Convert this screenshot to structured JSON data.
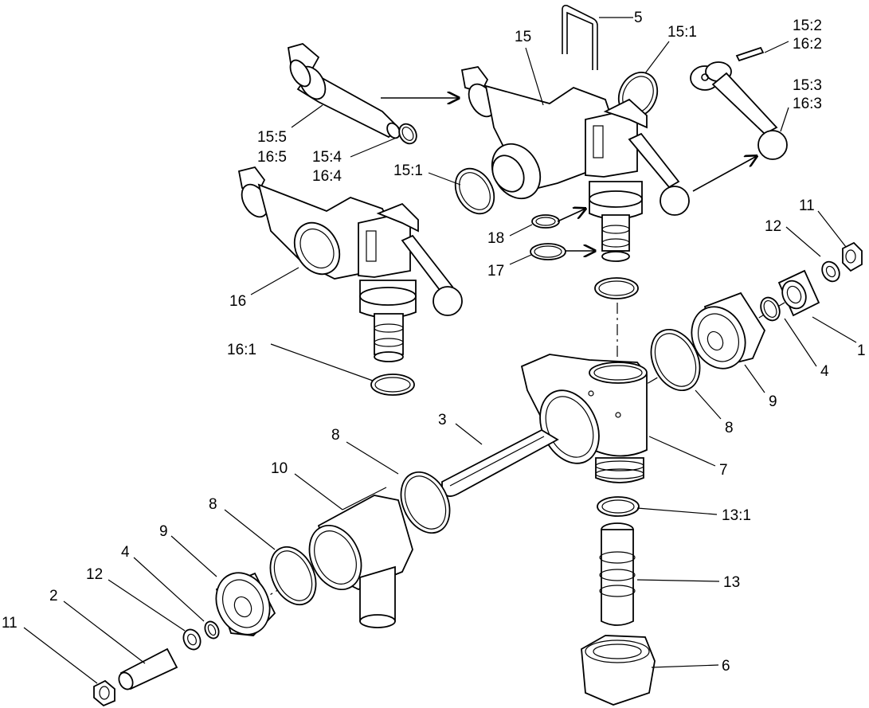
{
  "callouts": [
    {
      "id": "c5",
      "text": "5"
    },
    {
      "id": "c15",
      "text": "15"
    },
    {
      "id": "c15_1a",
      "text": "15:1"
    },
    {
      "id": "c15_2",
      "text": "15:2"
    },
    {
      "id": "c16_2",
      "text": "16:2"
    },
    {
      "id": "c15_3",
      "text": "15:3"
    },
    {
      "id": "c16_3",
      "text": "16:3"
    },
    {
      "id": "c15_5",
      "text": "15:5"
    },
    {
      "id": "c16_5",
      "text": "16:5"
    },
    {
      "id": "c15_4",
      "text": "15:4"
    },
    {
      "id": "c16_4",
      "text": "16:4"
    },
    {
      "id": "c15_1b",
      "text": "15:1"
    },
    {
      "id": "c18",
      "text": "18"
    },
    {
      "id": "c17",
      "text": "17"
    },
    {
      "id": "c16",
      "text": "16"
    },
    {
      "id": "c16_1",
      "text": "16:1"
    },
    {
      "id": "c11r",
      "text": "11"
    },
    {
      "id": "c12r",
      "text": "12"
    },
    {
      "id": "c1",
      "text": "1"
    },
    {
      "id": "c4r",
      "text": "4"
    },
    {
      "id": "c9r",
      "text": "9"
    },
    {
      "id": "c8r",
      "text": "8"
    },
    {
      "id": "c7",
      "text": "7"
    },
    {
      "id": "c3",
      "text": "3"
    },
    {
      "id": "c8m",
      "text": "8"
    },
    {
      "id": "c10",
      "text": "10"
    },
    {
      "id": "c8l",
      "text": "8"
    },
    {
      "id": "c9l",
      "text": "9"
    },
    {
      "id": "c4l",
      "text": "4"
    },
    {
      "id": "c12l",
      "text": "12"
    },
    {
      "id": "c2",
      "text": "2"
    },
    {
      "id": "c11l",
      "text": "11"
    },
    {
      "id": "c13_1",
      "text": "13:1"
    },
    {
      "id": "c13",
      "text": "13"
    },
    {
      "id": "c6",
      "text": "6"
    }
  ]
}
